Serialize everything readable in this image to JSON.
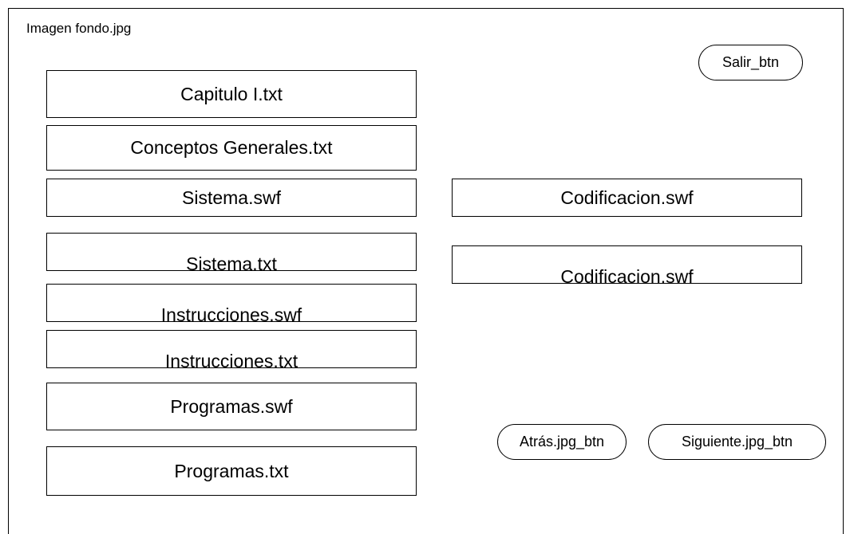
{
  "background_label": "Imagen fondo.jpg",
  "left_boxes": [
    "Capitulo I.txt",
    "Conceptos Generales.txt",
    "Sistema.swf",
    "Sistema.txt",
    "Instrucciones.swf",
    "Instrucciones.txt",
    "Programas.swf",
    "Programas.txt"
  ],
  "right_boxes": [
    "Codificacion.swf",
    "Codificacion.swf"
  ],
  "buttons": {
    "exit": "Salir_btn",
    "back": "Atrás.jpg_btn",
    "next": "Siguiente.jpg_btn"
  }
}
